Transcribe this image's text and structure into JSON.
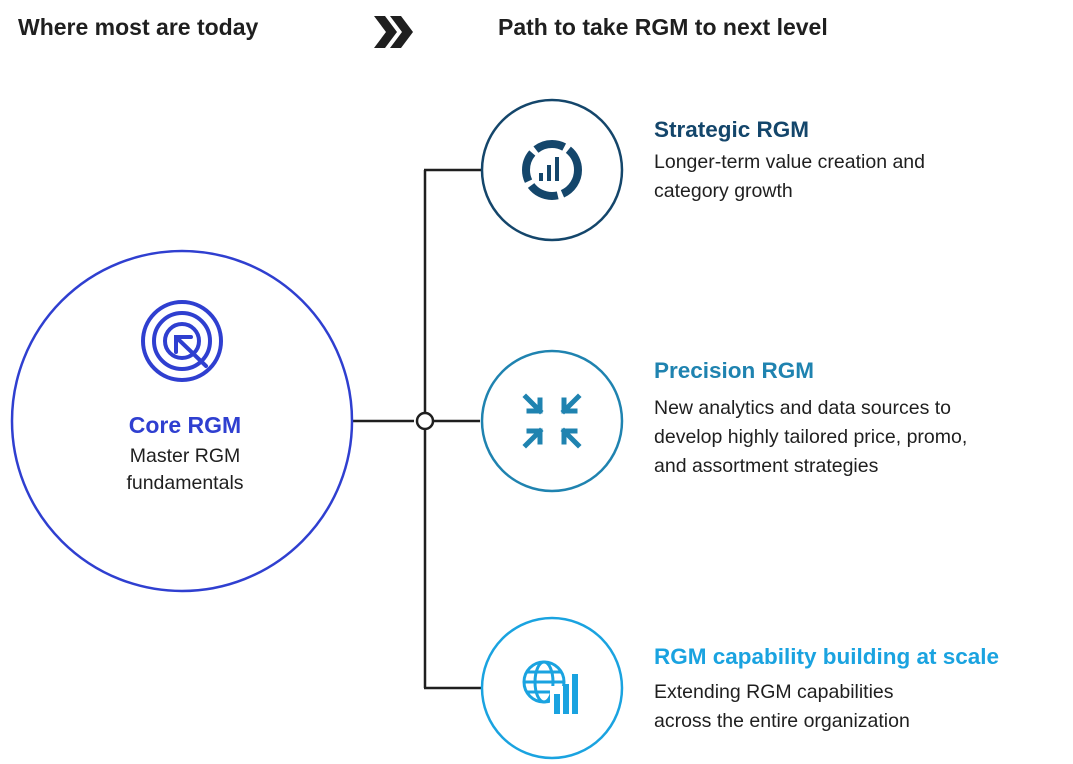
{
  "header": {
    "left_title": "Where most are today",
    "right_title": "Path to take RGM to next level",
    "chevron_icon": "double-chevron-right-icon"
  },
  "core": {
    "title": "Core RGM",
    "description_line1": "Master RGM",
    "description_line2": "fundamentals",
    "icon": "target-arrow-icon",
    "color": "#2f3fd0"
  },
  "branches": [
    {
      "title": "Strategic RGM",
      "description_line1": "Longer-term value creation and",
      "description_line2": "category growth",
      "icon": "donut-chart-bars-icon",
      "color": "#14466b"
    },
    {
      "title": "Precision RGM",
      "description_line1": "New analytics and data sources to",
      "description_line2": "develop highly tailored price, promo,",
      "description_line3": "and assortment strategies",
      "icon": "arrows-converge-icon",
      "color": "#1f83b0"
    },
    {
      "title": "RGM capability building at scale",
      "description_line1": "Extending RGM capabilities",
      "description_line2": "across the entire organization",
      "icon": "globe-bar-chart-icon",
      "color": "#1aa3e0"
    }
  ],
  "connector_color": "#1f1f1f"
}
